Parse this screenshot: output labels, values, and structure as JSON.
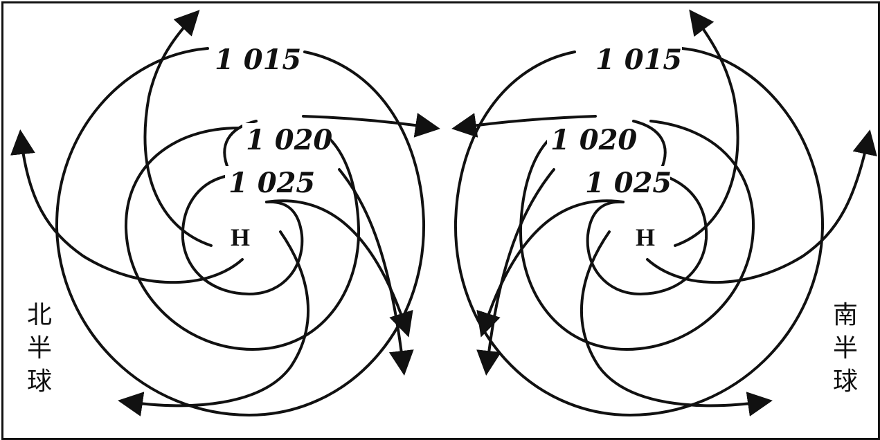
{
  "isobars": [
    "1 015",
    "1 020",
    "1 025"
  ],
  "center_label": "H",
  "hemispheres": {
    "north": [
      "北",
      "半",
      "球"
    ],
    "south": [
      "南",
      "半",
      "球"
    ]
  },
  "colors": {
    "line": "#111111",
    "background": "#ffffff"
  }
}
